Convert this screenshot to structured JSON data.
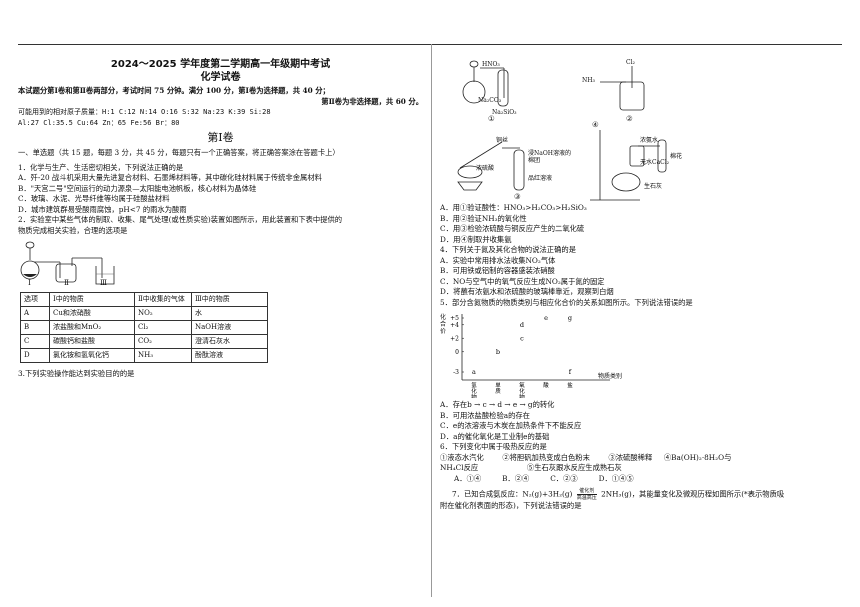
{
  "header": {
    "title": "2024～2025 学年度第二学期高一年级期中考试",
    "subtitle": "化学试卷",
    "intro1": "本试题分第Ⅰ卷和第Ⅱ卷两部分，考试时间 75 分钟。满分 100 分，第Ⅰ卷为选择题，共 40 分；",
    "intro2": "第Ⅱ卷为非选择题，共 60 分。",
    "atoms1": "可能用到的相对原子质量：H:1  C:12  N:14  O:16  S:32  Na:23  K:39  Si:28",
    "atoms2": "Al:27  Cl:35.5  Cu:64  Zn：65  Fe:56  Br：80"
  },
  "section": {
    "title": "第Ⅰ卷",
    "instruction": "一、单选题（共 15 题，每题 3 分，共 45 分，每题只有一个正确答案，将正确答案涂在答题卡上）"
  },
  "q1": {
    "stem": "1．化学与生产、生活密切相关，下列说法正确的是",
    "options": [
      "A．歼-20 战斗机采用大量先进复合材料、石墨烯材料等，其中碳化硅材料属于传统非金属材料",
      "B．\"天宫二号\"空间运行的动力源泉—太阳能电池帆板，核心材料为晶体硅",
      "C．玻璃、水泥、光导纤维等均属于硅酸盐材料",
      "D．城市建筑群易受酸雨腐蚀，pH<7 的雨水为酸雨"
    ]
  },
  "q2": {
    "stem1": "2．实验室中某些气体的制取、收集、尾气处理(或性质实验)装置如图所示，用此装置和下表中提供的",
    "stem2": "物质完成相关实验，合理的选项是",
    "labels": [
      "Ⅰ",
      "Ⅱ",
      "Ⅲ"
    ],
    "table": {
      "headers": [
        "选项",
        "Ⅰ中的物质",
        "Ⅱ中收集的气体",
        "Ⅲ中的物质"
      ],
      "rows": [
        [
          "A",
          "Cu和浓硝酸",
          "NO₂",
          "水"
        ],
        [
          "B",
          "浓盐酸和MnO₂",
          "Cl₂",
          "NaOH溶液"
        ],
        [
          "C",
          "碳酸钙和盐酸",
          "CO₂",
          "澄清石灰水"
        ],
        [
          "D",
          "氯化铵和氢氧化钙",
          "NH₃",
          "酚酞溶液"
        ]
      ]
    }
  },
  "q3": {
    "stem": "3.下列实验操作能达到实验目的的是"
  },
  "figure": {
    "hno3": "HNO₃",
    "na2co3": "Na₂CO₃",
    "na2sio3": "Na₂SiO₃",
    "nh3": "NH₃",
    "cl2": "Cl₂",
    "tongsi": "铜丝",
    "nongliusuan": "浓硫酸",
    "naoh_mianhua": "浸NaOH溶液的棉团",
    "pinhong": "品红溶液",
    "nonganshui": "浓氨水",
    "cacl2": "无水CaCl₂",
    "mianhua": "棉花",
    "shengshihui": "生石灰",
    "n1": "①",
    "n2": "②",
    "n3": "③",
    "n4": "④"
  },
  "q3opts": [
    "A．用①验证酸性：HNO₃>H₂CO₃>H₂SiO₃",
    "B．用②验证NH₃的氧化性",
    "C．用③检验浓硫酸与铜反应产生的二氧化硫",
    "D．用④制取并收集氨"
  ],
  "q4": {
    "stem": "4．下列关于氮及其化合物的说法正确的是",
    "options": [
      "A．实验中常用排水法收集NO₂气体",
      "B．可用铁或铝制的容器盛装浓硝酸",
      "C．NO与空气中的氧气反应生成NO₂属于氮的固定",
      "D．将蘸有浓氨水和浓硫酸的玻璃棒靠近，观察到白烟"
    ]
  },
  "q5": {
    "stem": "5．部分含氮物质的物质类别与相应化合价的关系如图所示。下列说法错误的是",
    "options": [
      "A．存在b → c → d → e → g的转化",
      "B．可用浓盐酸检验a的存在",
      "C．e的浓溶液与木炭在加热条件下不能反应",
      "D．a的催化氧化是工业制e的基础"
    ]
  },
  "chart_data": {
    "type": "scatter",
    "ylabel": "化合价",
    "xlabel": "物质类别",
    "yticks": [
      "+5",
      "+4",
      "+2",
      "0",
      "-3"
    ],
    "categories": [
      "氢化物",
      "单质",
      "氧化物",
      "酸",
      "盐"
    ],
    "points": [
      {
        "label": "a",
        "x": "氢化物",
        "y": -3
      },
      {
        "label": "b",
        "x": "单质",
        "y": 0
      },
      {
        "label": "c",
        "x": "氧化物",
        "y": 2
      },
      {
        "label": "d",
        "x": "氧化物",
        "y": 4
      },
      {
        "label": "e",
        "x": "酸",
        "y": 5
      },
      {
        "label": "f",
        "x": "盐",
        "y": -3
      },
      {
        "label": "g",
        "x": "盐",
        "y": 5
      }
    ]
  },
  "q6": {
    "stem": "6．下列变化中属于吸热反应的是",
    "line1a": "①液态水汽化",
    "line1b": "②将胆矾加热变成白色粉末",
    "line1c": "③浓硫酸稀释",
    "line1d": "④Ba(OH)₂·8H₂O与",
    "line2a": "NH₄Cl反应",
    "line2b": "⑤生石灰跟水反应生成熟石灰",
    "options": [
      "A．①④",
      "B．②④",
      "C．②③",
      "D．①④⑤"
    ]
  },
  "q7": {
    "stem1a": "7．已知合成氨反应：N₂(g)+3H₂(g)",
    "cond_top": "催化剂",
    "cond_bottom": "高温高压",
    "stem1b": "2NH₃(g)，其能量变化及微观历程如图所示(*表示物质吸",
    "stem2": "附在催化剂表面的形态)，下列说法错误的是"
  }
}
